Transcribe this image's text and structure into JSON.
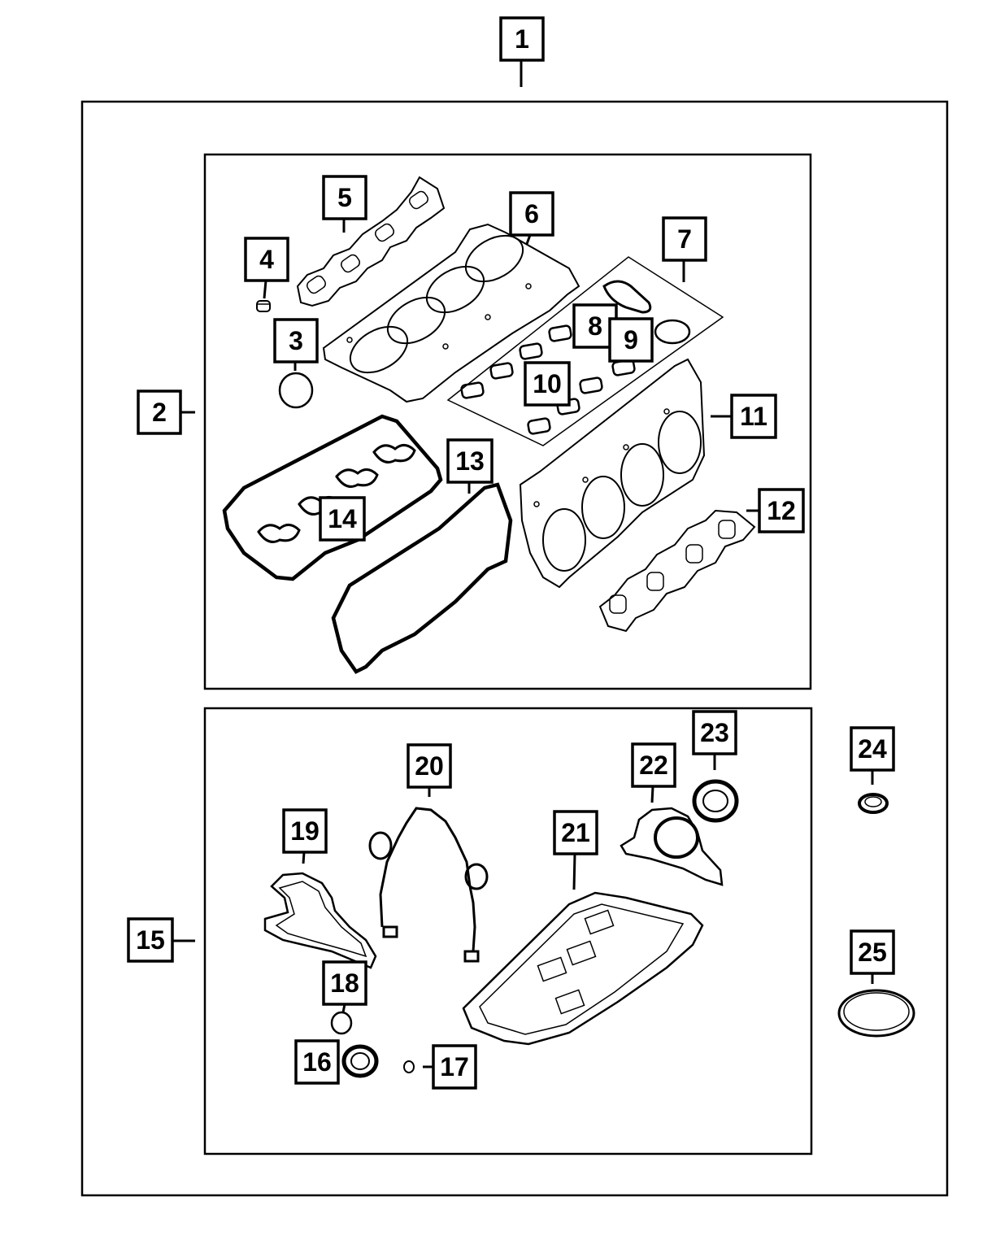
{
  "callouts": {
    "c1": "1",
    "c2": "2",
    "c3": "3",
    "c4": "4",
    "c5": "5",
    "c6": "6",
    "c7": "7",
    "c8": "8",
    "c9": "9",
    "c10": "10",
    "c11": "11",
    "c12": "12",
    "c13": "13",
    "c14": "14",
    "c15": "15",
    "c16": "16",
    "c17": "17",
    "c18": "18",
    "c19": "19",
    "c20": "20",
    "c21": "21",
    "c22": "22",
    "c23": "23",
    "c24": "24",
    "c25": "25"
  },
  "colors": {
    "line": "#000000",
    "background": "#ffffff"
  }
}
